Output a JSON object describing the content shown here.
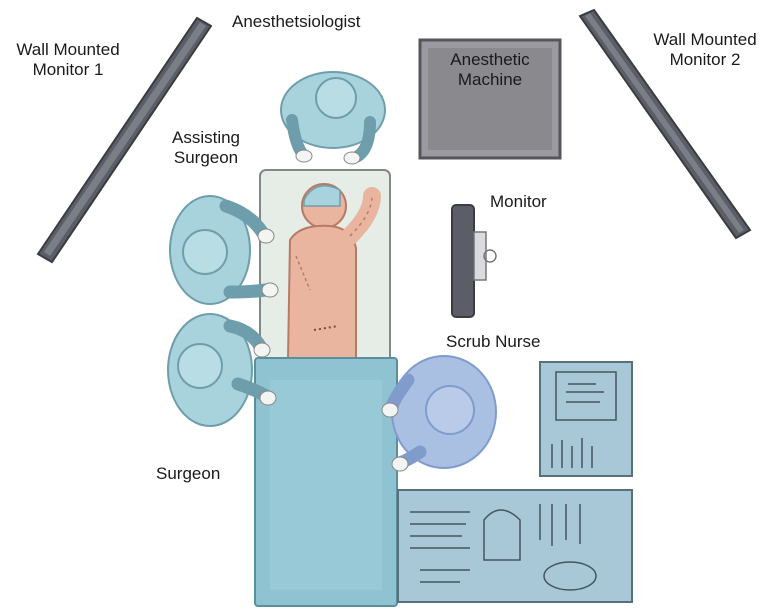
{
  "labels": {
    "wall_monitor_1": [
      "Wall Mounted",
      "Monitor 1"
    ],
    "anesthesiologist": "Anesthetsiologist",
    "anesthetic_machine": [
      "Anesthetic",
      "Machine"
    ],
    "wall_monitor_2": [
      "Wall Mounted",
      "Monitor 2"
    ],
    "assisting_surgeon": [
      "Assisting",
      "Surgeon"
    ],
    "monitor": "Monitor",
    "scrub_nurse": "Scrub Nurse",
    "surgeon": "Surgeon"
  },
  "colors": {
    "scrubs": "#a9d3dc",
    "scrubs_dark": "#7ab4c2",
    "scrub_nurse": "#aac0e2",
    "scrub_nurse_dark": "#7f9ccc",
    "skin": "#e9b59f",
    "glove": "#f2f5f2",
    "machine": "#8a8a8e",
    "monitor_bar": "#5b5e66",
    "table": "#e6ece6",
    "drape": "#8fc3d2",
    "tray": "#a8c8d8"
  }
}
